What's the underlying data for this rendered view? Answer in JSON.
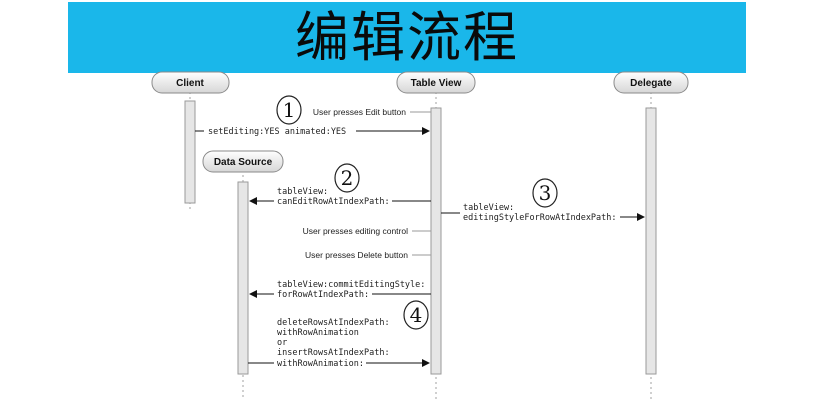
{
  "title": "编辑流程",
  "participants": {
    "client": "Client",
    "table_view": "Table View",
    "delegate": "Delegate",
    "data_source": "Data Source"
  },
  "steps": [
    "1",
    "2",
    "3",
    "4"
  ],
  "messages": {
    "user_edit": "User presses Edit button",
    "set_editing": "setEditing:YES animated:YES",
    "can_edit_1": "tableView:",
    "can_edit_2": "canEditRowAtIndexPath:",
    "editing_style_1": "tableView:",
    "editing_style_2": "editingStyleForRowAtIndexPath:",
    "user_editing_control": "User presses editing control",
    "user_delete": "User presses Delete button",
    "commit_1": "tableView:commitEditingStyle:",
    "commit_2": "forRowAtIndexPath:",
    "rows_1": "deleteRowsAtIndexPath:",
    "rows_2": "withRowAnimation",
    "rows_or": "or",
    "rows_3": "insertRowsAtIndexPath:",
    "rows_4": "withRowAnimation:"
  },
  "colors": {
    "banner": "#1ab7ea",
    "lifeline": "#c8c8c8",
    "activation": "#e6e6e6"
  }
}
